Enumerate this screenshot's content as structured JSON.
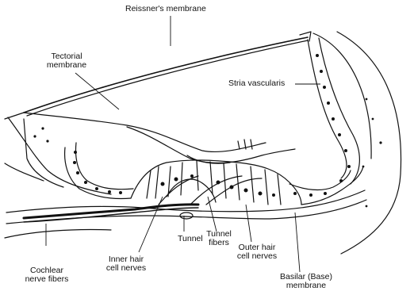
{
  "labels": {
    "reissners_membrane": "Reissner's membrane",
    "tectorial_membrane_l1": "Tectorial",
    "tectorial_membrane_l2": "membrane",
    "stria_vascularis": "Stria vascularis",
    "tunnel": "Tunnel",
    "tunnel_fibers_l1": "Tunnel",
    "tunnel_fibers_l2": "fibers",
    "outer_hair_cell_nerves_l1": "Outer hair",
    "outer_hair_cell_nerves_l2": "cell nerves",
    "inner_hair_cell_nerves_l1": "Inner hair",
    "inner_hair_cell_nerves_l2": "cell nerves",
    "cochlear_nerve_fibers_l1": "Cochlear",
    "cochlear_nerve_fibers_l2": "nerve fibers",
    "basilar_membrane_l1": "Basilar (Base)",
    "basilar_membrane_l2": "membrane"
  },
  "colors": {
    "ink": "#111111",
    "background": "#ffffff"
  }
}
